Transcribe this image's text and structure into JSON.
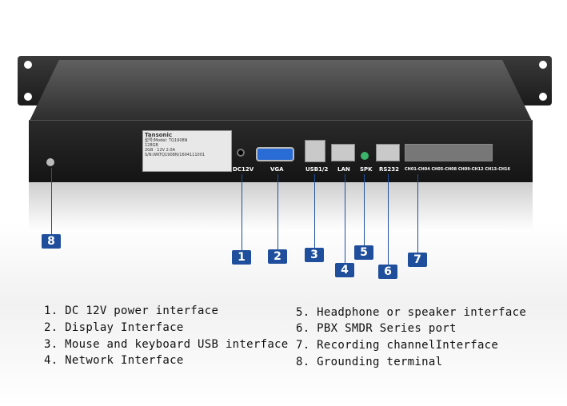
{
  "device": {
    "brand": "Tansonic",
    "model": "型号/Model: TQ1908N",
    "storage": "128GB",
    "memory": "2GB",
    "power": "12V 2.0A",
    "serial": "S/N:WKTQ1908N/1604111001"
  },
  "ports": [
    {
      "label": "DC12V"
    },
    {
      "label": "VGA"
    },
    {
      "label": "USB1/2"
    },
    {
      "label": "LAN"
    },
    {
      "label": "SPK"
    },
    {
      "label": "RS232"
    },
    {
      "label": "CH01-CH04 CH05-CH08 CH09-CH12 CH13-CH16"
    }
  ],
  "callouts": [
    "1",
    "2",
    "3",
    "4",
    "5",
    "6",
    "7",
    "8"
  ],
  "legend": {
    "left": [
      "1. DC 12V power interface",
      "2. Display Interface",
      "3. Mouse and keyboard USB interface",
      "4. Network Interface"
    ],
    "right": [
      "5. Headphone or speaker interface",
      "6. PBX SMDR Series port",
      "7. Recording channelInterface",
      "8. Grounding terminal"
    ]
  },
  "colors": {
    "callout": "#1f4f9c"
  }
}
